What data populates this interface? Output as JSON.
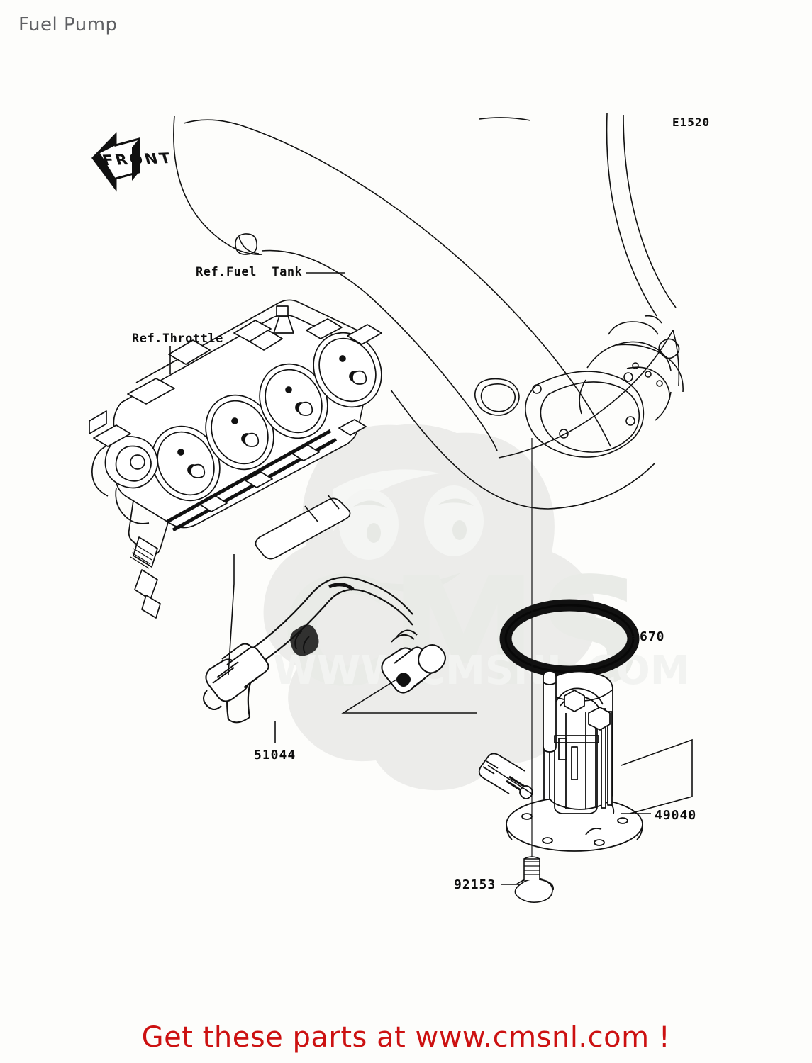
{
  "page": {
    "title": "Fuel Pump",
    "background_color": "#fdfdfb",
    "line_color": "#111111"
  },
  "diagram": {
    "code_label": "E1520",
    "orientation_badge": {
      "text": "FRONT",
      "icon": "front-arrow-icon",
      "direction": "left"
    },
    "reference_labels": [
      {
        "id": "fuel-tank",
        "text": "Ref.Fuel  Tank"
      },
      {
        "id": "throttle",
        "text": "Ref.Throttle"
      }
    ],
    "part_callouts": [
      {
        "id": "o-ring",
        "number": "670",
        "name": "o-ring"
      },
      {
        "id": "fuel-hose",
        "number": "51044",
        "name": "fuel-hose"
      },
      {
        "id": "fuel-pump-assembly",
        "number": "49040",
        "name": "fuel-pump-assembly"
      },
      {
        "id": "flange-bolt",
        "number": "92153",
        "name": "flange-bolt"
      }
    ]
  },
  "watermark": {
    "brand": "CMS",
    "url": "WWW.CMSNL.COM",
    "color": "#eceeea"
  },
  "footer": {
    "text": "Get these parts at www.cmsnl.com !",
    "color": "#cc1111"
  }
}
